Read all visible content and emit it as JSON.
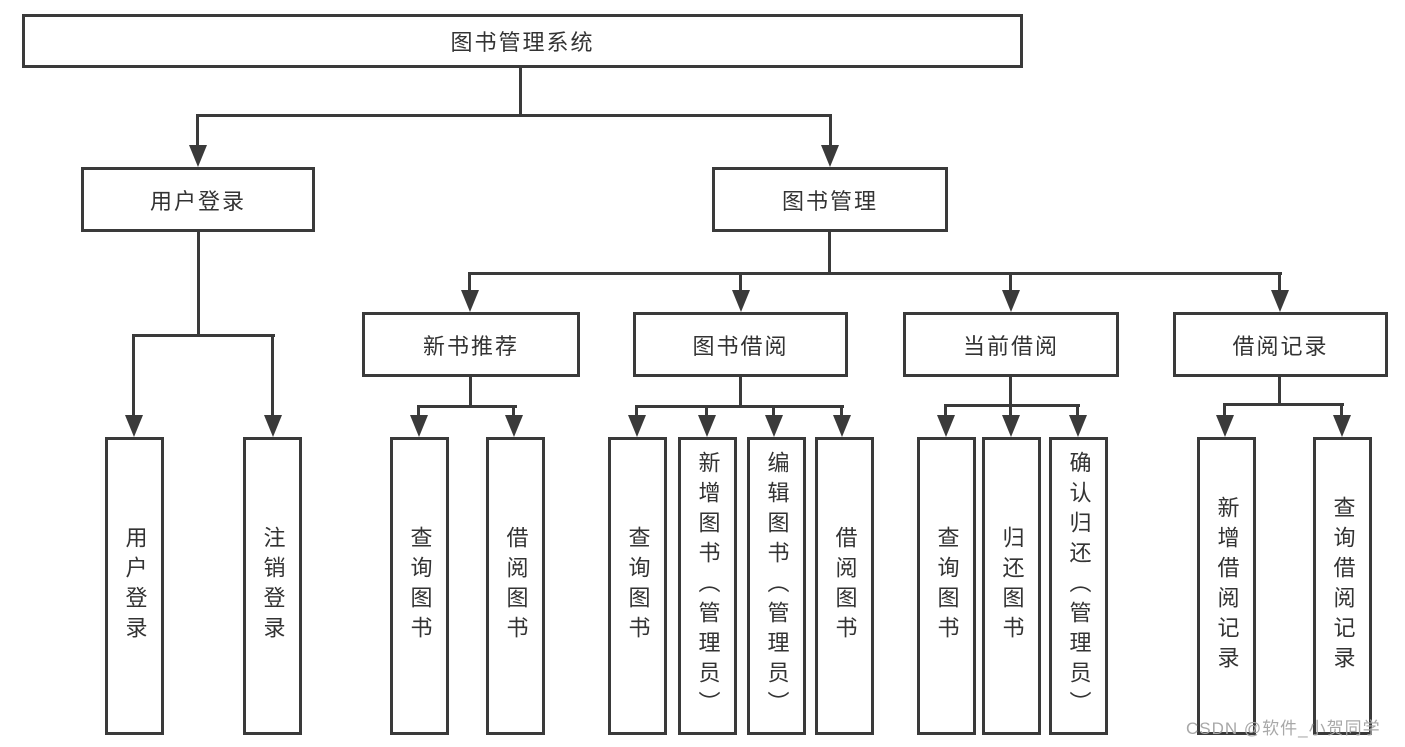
{
  "tree": {
    "root": {
      "label": "图书管理系统"
    },
    "branches": [
      {
        "label": "用户登录",
        "children": [
          "用户登录",
          "注销登录"
        ]
      },
      {
        "label": "图书管理",
        "sections": [
          {
            "label": "新书推荐",
            "children": [
              "查询图书",
              "借阅图书"
            ]
          },
          {
            "label": "图书借阅",
            "children": [
              "查询图书",
              "新增图书（管理员）",
              "编辑图书（管理员）",
              "借阅图书"
            ]
          },
          {
            "label": "当前借阅",
            "children": [
              "查询图书",
              "归还图书",
              "确认归还（管理员）"
            ]
          },
          {
            "label": "借阅记录",
            "children": [
              "新增借阅记录",
              "查询借阅记录"
            ]
          }
        ]
      }
    ]
  },
  "watermark": "CSDN @软件_小贺同学",
  "colors": {
    "line": "#3a3a3a",
    "text": "#333333",
    "watermark": "#a8a8a8",
    "background": "#ffffff"
  }
}
